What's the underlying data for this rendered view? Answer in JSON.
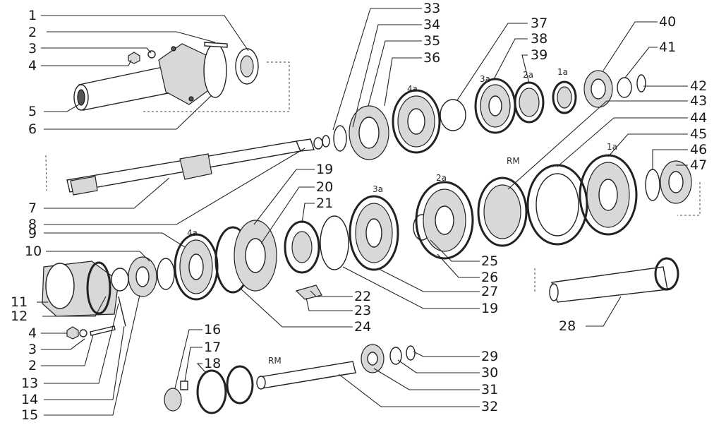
{
  "labels": {
    "n1": "1",
    "n2": "2",
    "n3": "3",
    "n4": "4",
    "n5": "5",
    "n6": "6",
    "n7": "7",
    "n8": "8",
    "n9": "9",
    "n10": "10",
    "n11": "11",
    "n12": "12",
    "n13": "13",
    "n14": "14",
    "n15": "15",
    "n16": "16",
    "n17": "17",
    "n18": "18",
    "n19": "19",
    "n20": "20",
    "n21": "21",
    "n22": "22",
    "n23": "23",
    "n24": "24",
    "n25": "25",
    "n26": "26",
    "n27": "27",
    "n28": "28",
    "n29": "29",
    "n30": "30",
    "n31": "31",
    "n32": "32",
    "n33": "33",
    "n34": "34",
    "n35": "35",
    "n36": "36",
    "n37": "37",
    "n38": "38",
    "n39": "39",
    "n40": "40",
    "n41": "41",
    "n42": "42",
    "n43": "43",
    "n44": "44",
    "n45": "45",
    "n46": "46",
    "n47": "47"
  },
  "gear_labels": {
    "top_4a": "4a",
    "top_3a": "3a",
    "top_2a": "2a",
    "top_1a": "1a",
    "mid_1a": "1a",
    "mid_2a": "2a",
    "mid_3a": "3a",
    "mid_4a": "4a",
    "rm_top": "RM",
    "rm_bottom": "RM",
    "left_2_2": "2",
    "left_12_19": "19"
  }
}
